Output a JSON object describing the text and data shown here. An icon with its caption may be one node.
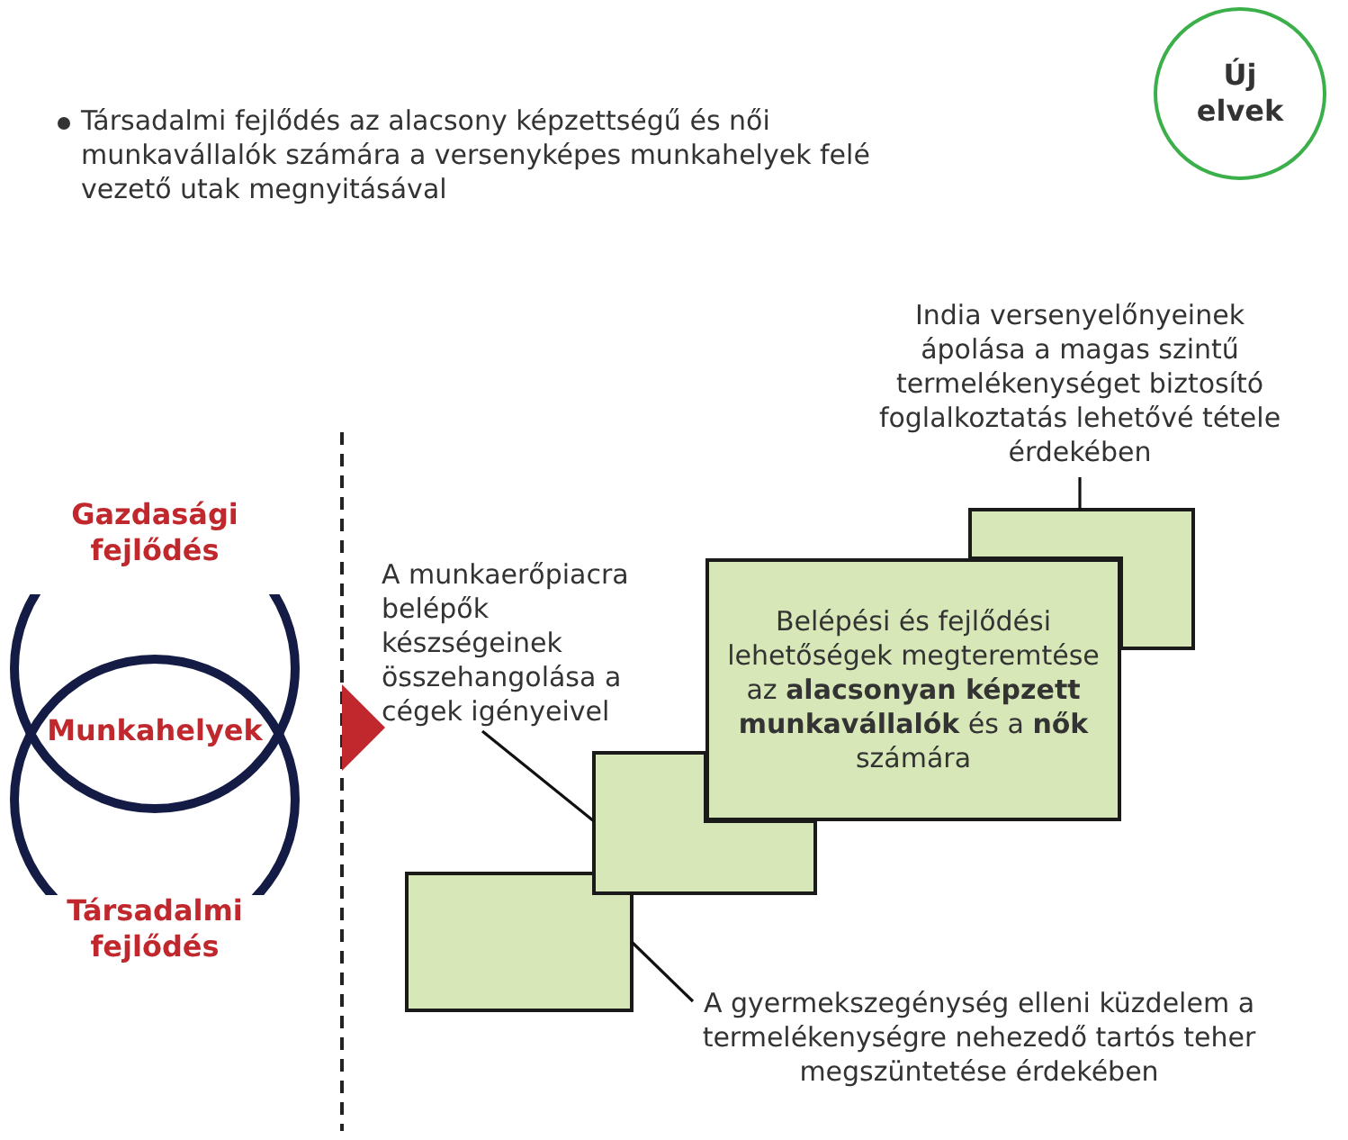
{
  "diagram": {
    "nodes": [
      {
        "text": [
          "Új elvek"
        ]
      },
      {
        "text": [
          "Gazdasági fejlődés"
        ]
      },
      {
        "text": [
          "Társadalmi fejlődés"
        ]
      },
      {
        "text": [],
        "shape": "box"
      },
      {
        "text": [],
        "shape": "box"
      },
      {
        "text": [
          "Belépési és fejlődési lehetőségek megteremtése az **alacsonyan képzett munkavállalók** és a **nők** számára"
        ]
      },
      {
        "text": [],
        "shape": "box"
      },
      {
        "text": [
          "A munkaerőpiacra belépők készségeinek összehangolása a cégek igényeivel"
        ]
      },
      {
        "text": [
          "India versenyelőnyeinek ápolása a magas szintű termelékenységet biztosító foglalkoztatás lehetővé tétele érdekében"
        ]
      },
      {
        "text": [
          "A gyermekszegénység elleni küzdelem a termelékenységre nehezedő tartós teher megszüntetése érdekében"
        ]
      }
    ],
    "edges": [
      {
        "from": 7,
        "to": 4,
        "arrow": "none"
      },
      {
        "from": 8,
        "to": 6,
        "arrow": "none"
      },
      {
        "from": 9,
        "to": 3,
        "arrow": "none"
      }
    ],
    "labels": [
      "Társadalmi fejlődés az alacsony képzettségű és női munkavállalók számára a versenyképes munkahelyek felé vezető utak megnyitásával",
      "Munkahelyek"
    ]
  }
}
